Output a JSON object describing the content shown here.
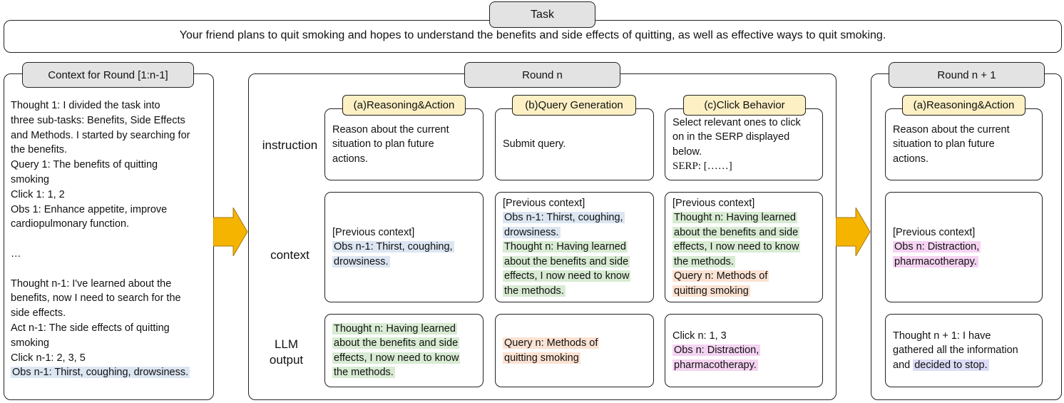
{
  "task": {
    "label": "Task",
    "text": "Your friend plans to quit smoking and hopes to understand the benefits and side effects of quitting, as well as effective ways to quit smoking."
  },
  "context_panel": {
    "title": "Context for Round [1:n-1]",
    "lines": [
      "Thought 1: I divided the task into",
      "three sub-tasks: Benefits, Side Effects",
      "and Methods. I started by searching for",
      "the benefits.",
      "Query 1: The benefits of quitting",
      "smoking",
      "Click 1: 1, 2",
      "Obs 1: Enhance appetite, improve",
      "cardiopulmonary function.",
      "",
      "…",
      "",
      "Thought n-1: I've learned about the",
      "benefits, now I need to search for the",
      "side effects.",
      "Act n-1: The side effects of quitting",
      "smoking",
      "Click n-1: 2, 3, 5"
    ],
    "last_line": "Obs n-1: Thirst, coughing, drowsiness."
  },
  "round_n": {
    "title": "Round n",
    "row_labels": {
      "instruction": "instruction",
      "context": "context",
      "llm_1": "LLM",
      "llm_2": "output"
    },
    "col_a": {
      "tag": "(a)Reasoning&Action",
      "instruction": [
        "Reason about the current",
        "situation to plan future",
        "actions."
      ],
      "context_prefix": "[Previous context]",
      "context_obs": [
        "Obs n-1: Thirst, coughing,",
        "drowsiness."
      ],
      "output": [
        "Thought n: Having learned",
        "about the benefits and side",
        "effects, I now need to know",
        "the methods."
      ]
    },
    "col_b": {
      "tag": "(b)Query Generation",
      "instruction": "Submit query.",
      "context_prefix": "[Previous context]",
      "context_obs": [
        "Obs n-1: Thirst, coughing,",
        "drowsiness."
      ],
      "context_thought": [
        "Thought n: Having learned",
        "about the benefits and side",
        "effects, I now need to know",
        "the methods."
      ],
      "output": [
        "Query n: Methods of",
        "quitting smoking"
      ]
    },
    "col_c": {
      "tag": "(c)Click Behavior",
      "instruction": [
        "Select relevant ones to click",
        "on in the SERP displayed",
        "below."
      ],
      "serp": "SERP: [……]",
      "context_prefix": "[Previous context]",
      "context_thought": [
        "Thought n: Having learned",
        "about the benefits and side",
        "effects, I now need to know",
        "the methods."
      ],
      "context_query": [
        "Query n: Methods of",
        "quitting smoking"
      ],
      "output_click": "Click n: 1, 3",
      "output_obs": [
        "Obs n: Distraction,",
        "pharmacotherapy."
      ]
    }
  },
  "round_n1": {
    "title": "Round n + 1",
    "tag": "(a)Reasoning&Action",
    "instruction": [
      "Reason about the current",
      "situation to plan future",
      "actions."
    ],
    "context_prefix": "[Previous context]",
    "context_obs": [
      "Obs n: Distraction,",
      "pharmacotherapy."
    ],
    "output_lines": [
      "Thought n + 1: I have",
      "gathered all the information"
    ],
    "output_last_prefix": "and ",
    "output_last_hl": "decided to stop."
  },
  "colors": {
    "obs_blue": "#dce6f2",
    "thought_green": "#d8ebd3",
    "query_orange": "#fbe2d2",
    "obs_pink": "#f5d3f2",
    "stop_purple": "#dcdcf6",
    "tag_yellow": "#fdf0c4",
    "arrow_orange": "#f5b400"
  }
}
